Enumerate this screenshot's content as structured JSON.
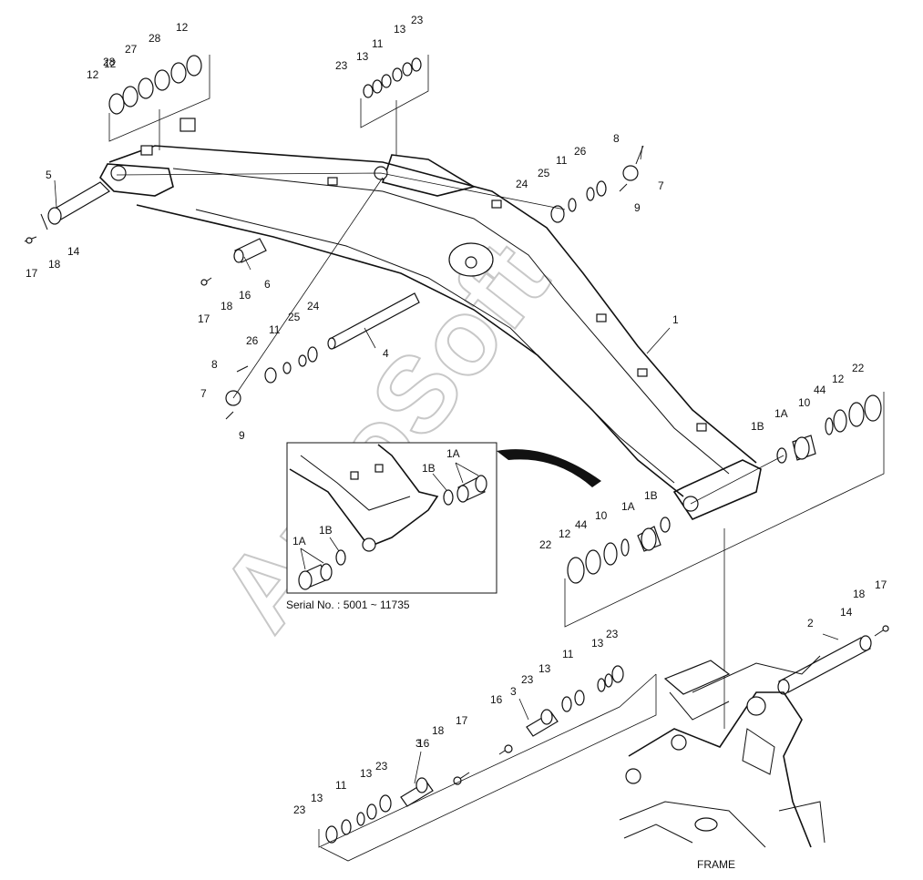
{
  "callouts": [
    "1",
    "1A",
    "1B",
    "2",
    "3",
    "4",
    "5",
    "6",
    "7",
    "8",
    "9",
    "10",
    "11",
    "12",
    "13",
    "14",
    "16",
    "17",
    "18",
    "22",
    "23",
    "24",
    "25",
    "26",
    "27",
    "28",
    "44"
  ],
  "inset": {
    "serial_label": "Serial No. : 5001 ~ 11735"
  },
  "frame_label": "FRAME",
  "watermark": "AutoSoft"
}
